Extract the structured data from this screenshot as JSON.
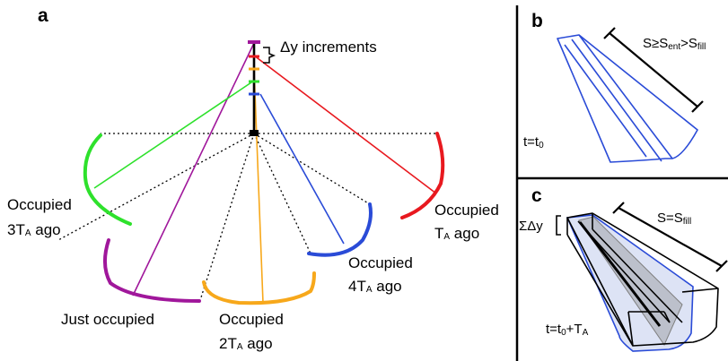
{
  "panels": {
    "a": {
      "label": "a"
    },
    "b": {
      "label": "b"
    },
    "c": {
      "label": "c"
    }
  },
  "annotations": {
    "increments": {
      "symbol": "Δy",
      "text": " increments"
    },
    "occupied_3": {
      "line1": "Occupied",
      "num": "3T",
      "sub": "A",
      "tail": " ago"
    },
    "occupied_1": {
      "line1": "Occupied",
      "num": "T",
      "sub": "A",
      "tail": " ago"
    },
    "occupied_4": {
      "line1": "Occupied",
      "num": "4T",
      "sub": "A",
      "tail": " ago"
    },
    "occupied_2": {
      "line1": "Occupied",
      "num": "2T",
      "sub": "A",
      "tail": " ago"
    },
    "just_occupied": "Just occupied",
    "b_size": {
      "a": "S≥S",
      "sub1": "ent",
      "b": ">S",
      "sub2": "fill"
    },
    "b_time": {
      "a": "t=t",
      "sub": "0"
    },
    "c_sum": "ΣΔy",
    "c_size": {
      "a": "S=S",
      "sub": "fill"
    },
    "c_time": {
      "a": "t=t",
      "sub": "0",
      "b": "+T",
      "sub2": "A"
    }
  },
  "colors": {
    "magenta": "#a0179b",
    "red": "#e8191f",
    "green": "#2ee12c",
    "blue": "#2a4bd7",
    "orange": "#f7a81b",
    "black": "#000000",
    "shade": "#b4c0e8",
    "gray": "#7f7f7f"
  }
}
